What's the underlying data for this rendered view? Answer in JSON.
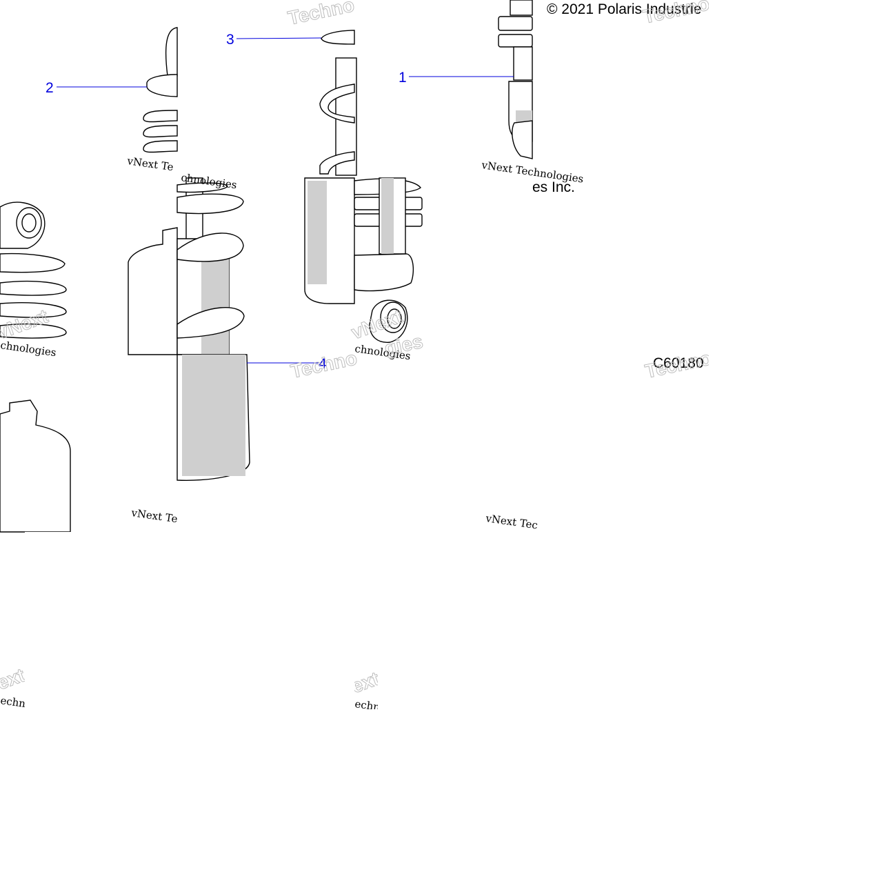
{
  "diagram": {
    "copyright": "© 2021 Polaris Industrie",
    "copyright_tail": "es Inc.",
    "figure_code": "C60180",
    "callouts": [
      {
        "id": "1",
        "label": "1"
      },
      {
        "id": "2",
        "label": "2"
      },
      {
        "id": "3",
        "label": "3"
      },
      {
        "id": "4",
        "label": "4"
      }
    ],
    "watermark": {
      "script_text": "vNext Technologies",
      "outline_text": "Technologies",
      "fragments": [
        "vNext Te",
        "vNext Tec",
        "vNext Technologies",
        "chnologies",
        "Technologies",
        "vNext",
        "Techno",
        "echno",
        "ext",
        "gies"
      ]
    },
    "colors": {
      "callout": "#0000dd",
      "shading": "#cfcfcf",
      "outline": "#000000"
    }
  }
}
